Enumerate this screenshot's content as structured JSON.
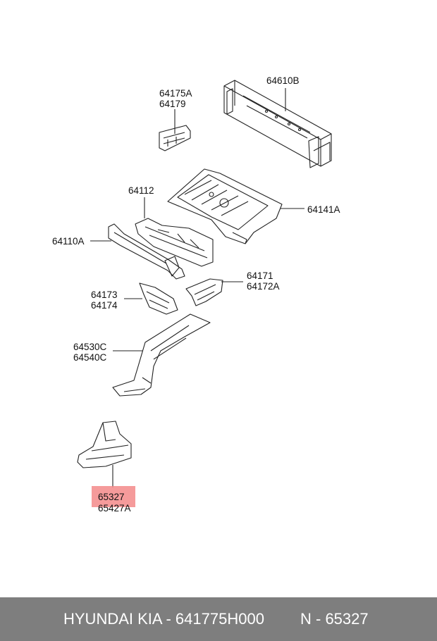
{
  "labels": {
    "p64610B": "64610B",
    "p64175A": "64175A",
    "p64179": "64179",
    "p64112": "64112",
    "p64141A": "64141A",
    "p64110A": "64110A",
    "p64171": "64171",
    "p64172A": "64172A",
    "p64173": "64173",
    "p64174": "64174",
    "p64530C": "64530C",
    "p64540C": "64540C",
    "p65327": "65327",
    "p65427A": "65427A"
  },
  "highlight_color": "#f38a8a",
  "footer": {
    "left": "HYUNDAI  KIA - 641775H000",
    "right": "N - 65327",
    "background": "#7e7e7e"
  }
}
